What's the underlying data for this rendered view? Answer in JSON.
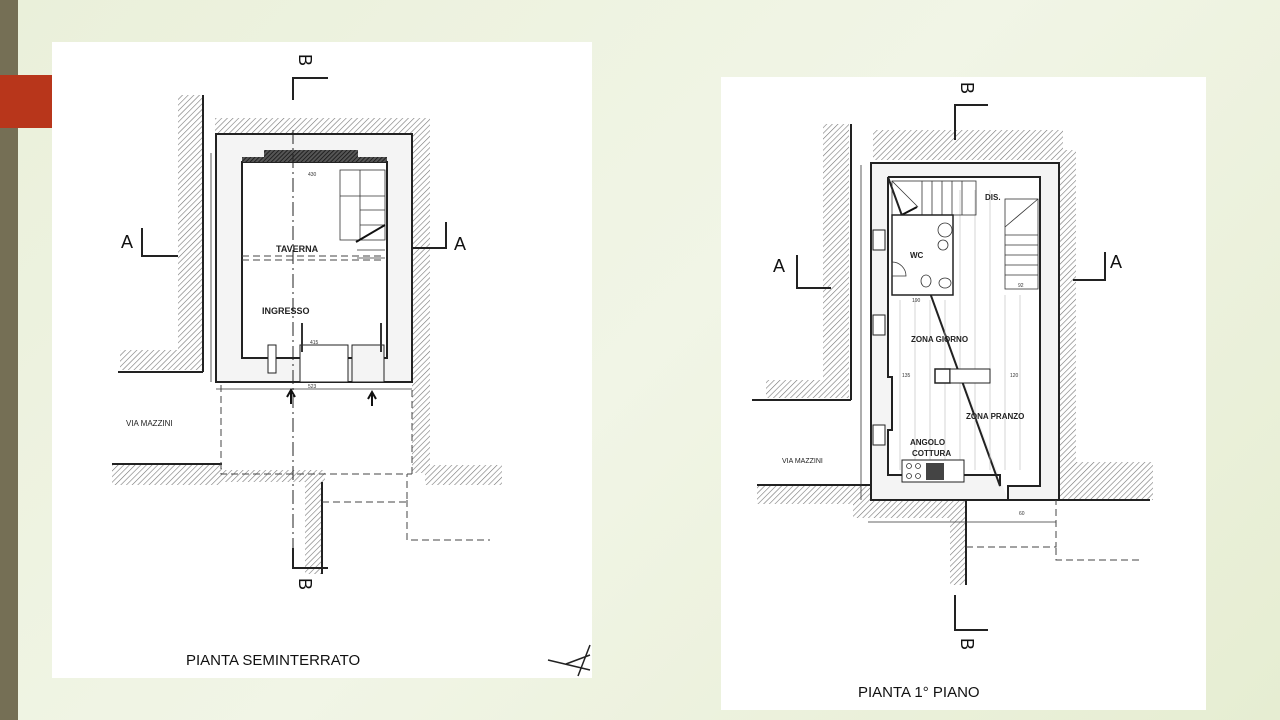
{
  "slide": {
    "accent_color": "#b8361b",
    "bar_color": "#756f55"
  },
  "plan_left": {
    "title": "PIANTA SEMINTERRATO",
    "rooms": [
      "TAVERNA",
      "INGRESSO"
    ],
    "street": "VIA MAZZINI",
    "section_a": "A",
    "section_b": "B",
    "dimensions": [
      "430",
      "415",
      "523"
    ]
  },
  "plan_right": {
    "title": "PIANTA  1° PIANO",
    "rooms": [
      "WC",
      "DIS.",
      "ZONA GIORNO",
      "ZONA PRANZO",
      "ANGOLO",
      "COTTURA"
    ],
    "street": "VIA MAZZINI",
    "section_a": "A",
    "section_b": "B",
    "dimensions": [
      "190",
      "135",
      "120",
      "92",
      "60"
    ]
  }
}
